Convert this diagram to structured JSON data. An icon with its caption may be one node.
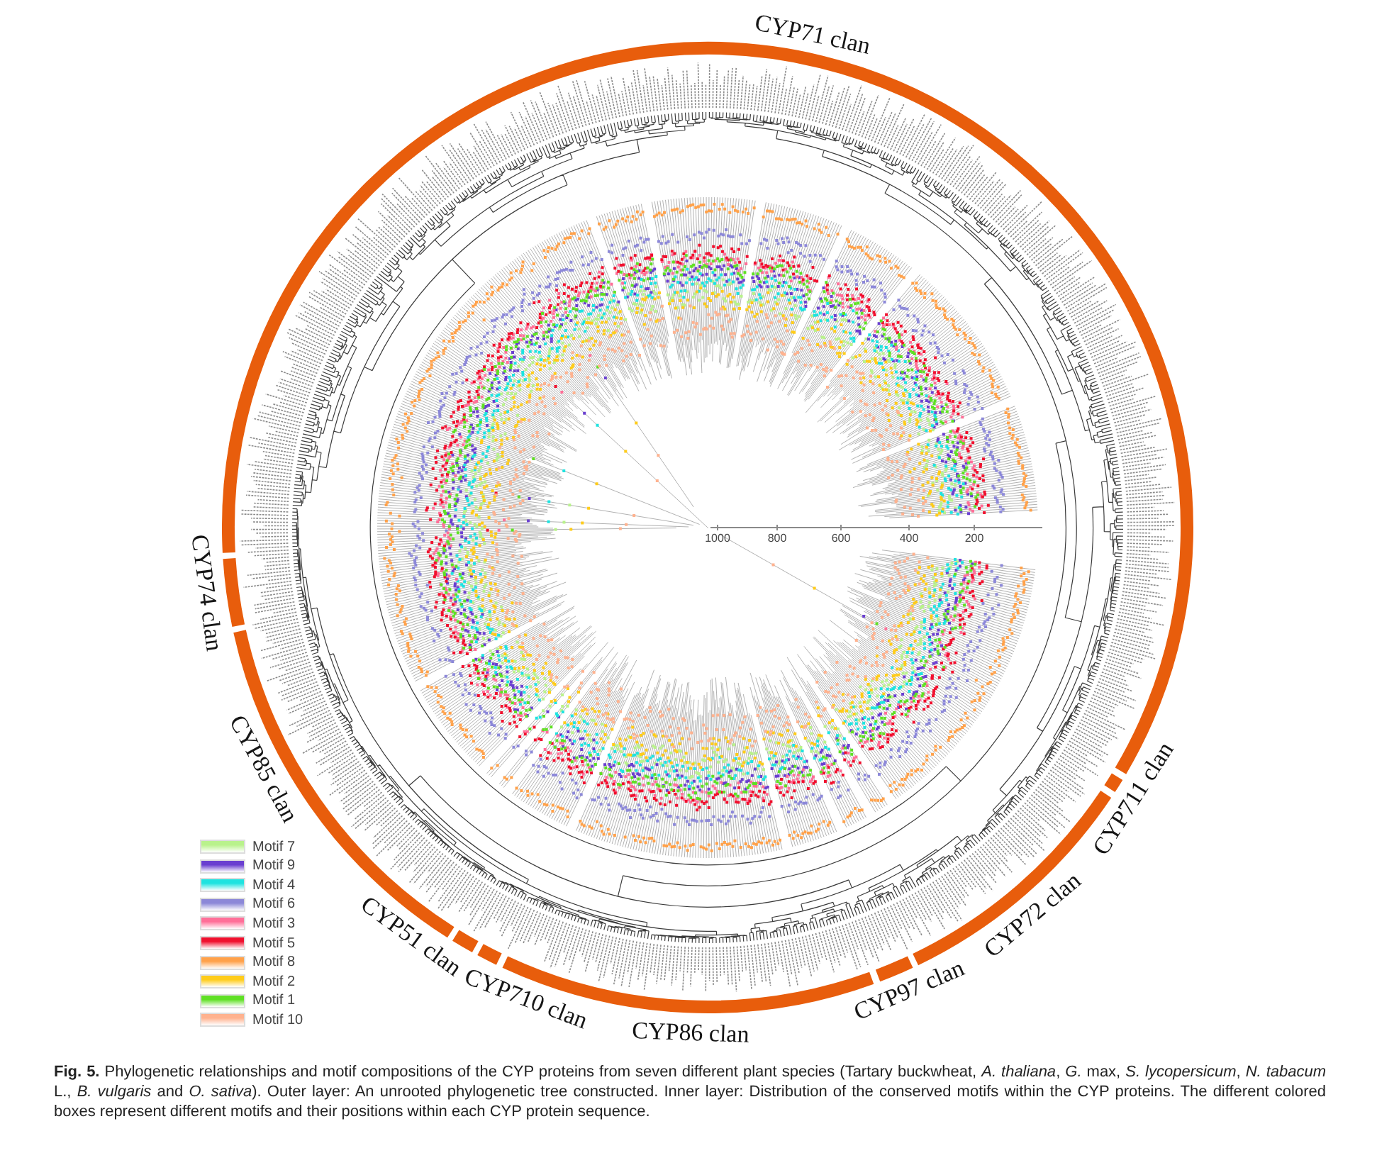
{
  "diagram": {
    "caption": "**Fig. 5.** Phylogenetic relationships and motif compositions of the CYP proteins from seven different plant species (Tartary buckwheat, *A. thaliana*, *G.* max, *S. lycopersicum*, *N. tabacum* L., *B. vulgaris* and *O. sativa*). Outer layer: An unrooted phylogenetic tree constructed. Inner layer: Distribution of the conserved motifs within the CYP proteins. The different colored boxes represent different motifs and their positions within each CYP protein sequence.",
    "labels": [
      "CYP71 clan",
      "1000",
      "800",
      "600",
      "400",
      "200",
      "CYP74 clan",
      "CYP711 clan",
      "CYP85 clan",
      "CYP72 clan",
      "CYP51 clan",
      "CYP97 clan",
      "CYP710 clan",
      "CYP86 clan"
    ],
    "legend": [
      {
        "text": "Motif 7",
        "color": "#b9f28c"
      },
      {
        "text": "Motif 9",
        "color": "#6a3fd0"
      },
      {
        "text": "Motif 4",
        "color": "#1ee3e0"
      },
      {
        "text": "Motif 6",
        "color": "#8c88d8"
      },
      {
        "text": "Motif 3",
        "color": "#ff6f98"
      },
      {
        "text": "Motif 5",
        "color": "#f0102e"
      },
      {
        "text": "Motif 8",
        "color": "#ffa14a"
      },
      {
        "text": "Motif 2",
        "color": "#ffcc1a"
      },
      {
        "text": "Motif 1",
        "color": "#5fe024"
      },
      {
        "text": "Motif 10",
        "color": "#ffb28f"
      }
    ]
  }
}
